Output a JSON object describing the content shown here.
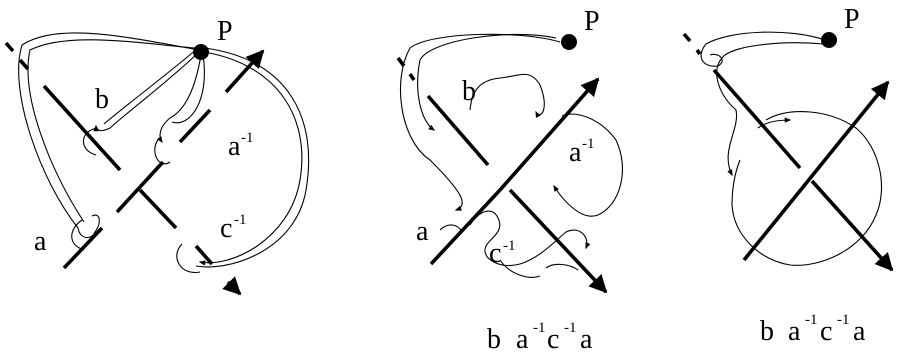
{
  "panels": [
    {
      "point": "P",
      "labels": {
        "a": "a",
        "b": "b",
        "a_inv_base": "a",
        "a_inv_exp": "-1",
        "c_inv_base": "c",
        "c_inv_exp": "-1"
      },
      "caption": null
    },
    {
      "point": "P",
      "labels": {
        "a": "a",
        "b": "b",
        "a_inv_base": "a",
        "a_inv_exp": "-1",
        "c_inv_base": "c",
        "c_inv_exp": "-1"
      },
      "caption": {
        "t1": "b",
        "t2": "a",
        "t3": "-1",
        "t4": "c",
        "t5": "-1",
        "t6": "a"
      }
    },
    {
      "point": "P",
      "labels": {},
      "caption": {
        "t1": "b",
        "t2": "a",
        "t3": "-1",
        "t4": "c",
        "t5": "-1",
        "t6": "a"
      }
    }
  ]
}
